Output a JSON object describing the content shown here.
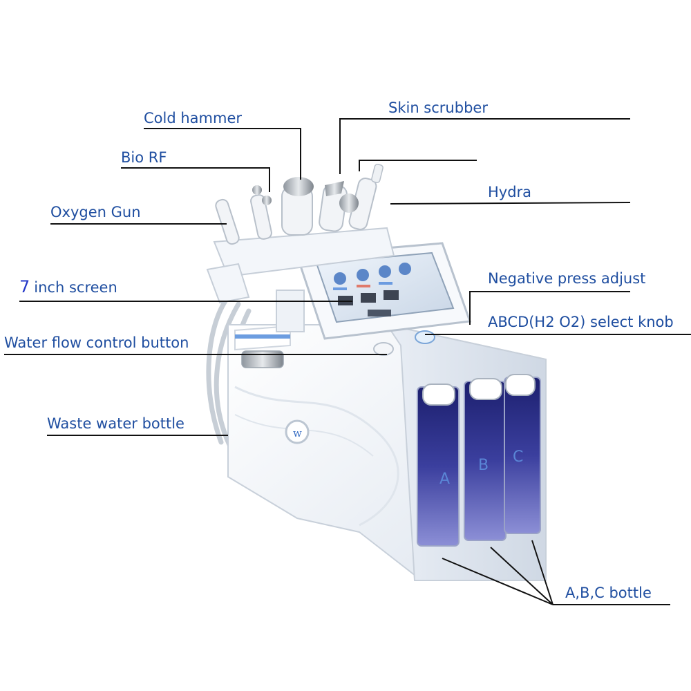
{
  "labels": {
    "cold_hammer": "Cold hammer",
    "skin_scrubber": "Skin scrubber",
    "bio_rf": "Bio RF",
    "hydra": "Hydra",
    "oxygen_gun": "Oxygen Gun",
    "screen_number": "7",
    "screen_text": "inch screen",
    "negative_press": "Negative press adjust",
    "select_knob": "ABCD(H2 O2) select knob",
    "water_flow": "Water  flow control button",
    "waste_water": "Waste water bottle",
    "abc_bottle": "A,B,C  bottle"
  },
  "bottles": {
    "a": "A",
    "b": "B",
    "c": "C"
  },
  "colors": {
    "label_text": "#1f4ea0",
    "leader_line": "#111111",
    "machine_body": "#f1f5fa",
    "bottle_liquid": "#3b3f9e"
  }
}
